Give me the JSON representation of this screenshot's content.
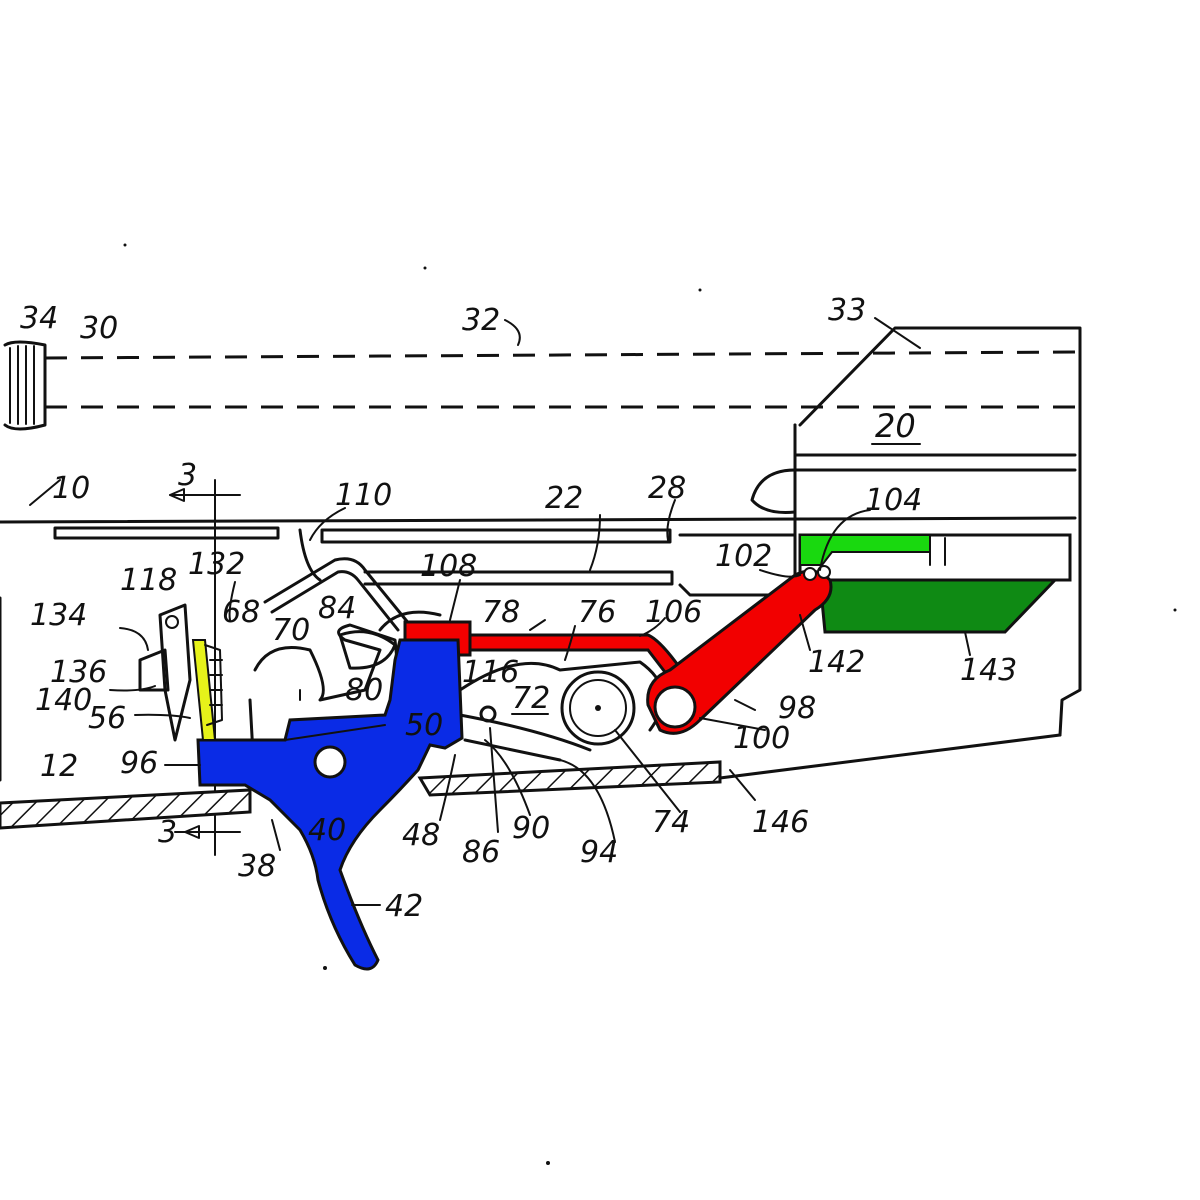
{
  "colors": {
    "trigger": "#0a2be6",
    "linkage": "#f20000",
    "sear_plate_light": "#19d90f",
    "sear_plate_dark": "#0f8a14",
    "safety_strip": "#e6f21a",
    "pin": "#f59a0c",
    "ink": "#111111",
    "background": "#ffffff"
  },
  "labels": {
    "l34": "34",
    "l30": "30",
    "l32": "32",
    "l33": "33",
    "l20": "20",
    "l10": "10",
    "l3a": "3",
    "l3b": "3",
    "l110": "110",
    "l22": "22",
    "l28": "28",
    "l104": "104",
    "l102": "102",
    "l118": "118",
    "l132": "132",
    "l68": "68",
    "l134": "134",
    "l108": "108",
    "l84": "84",
    "l78": "78",
    "l76": "76",
    "l106": "106",
    "l70": "70",
    "l136": "136",
    "l140": "140",
    "l56": "56",
    "l80": "80",
    "l116": "116",
    "l72": "72",
    "l142": "142",
    "l143": "143",
    "l98": "98",
    "l50": "50",
    "l100": "100",
    "l12": "12",
    "l96": "96",
    "l48": "48",
    "l86": "86",
    "l90": "90",
    "l94": "94",
    "l74": "74",
    "l146": "146",
    "l40": "40",
    "l38": "38",
    "l42": "42"
  }
}
